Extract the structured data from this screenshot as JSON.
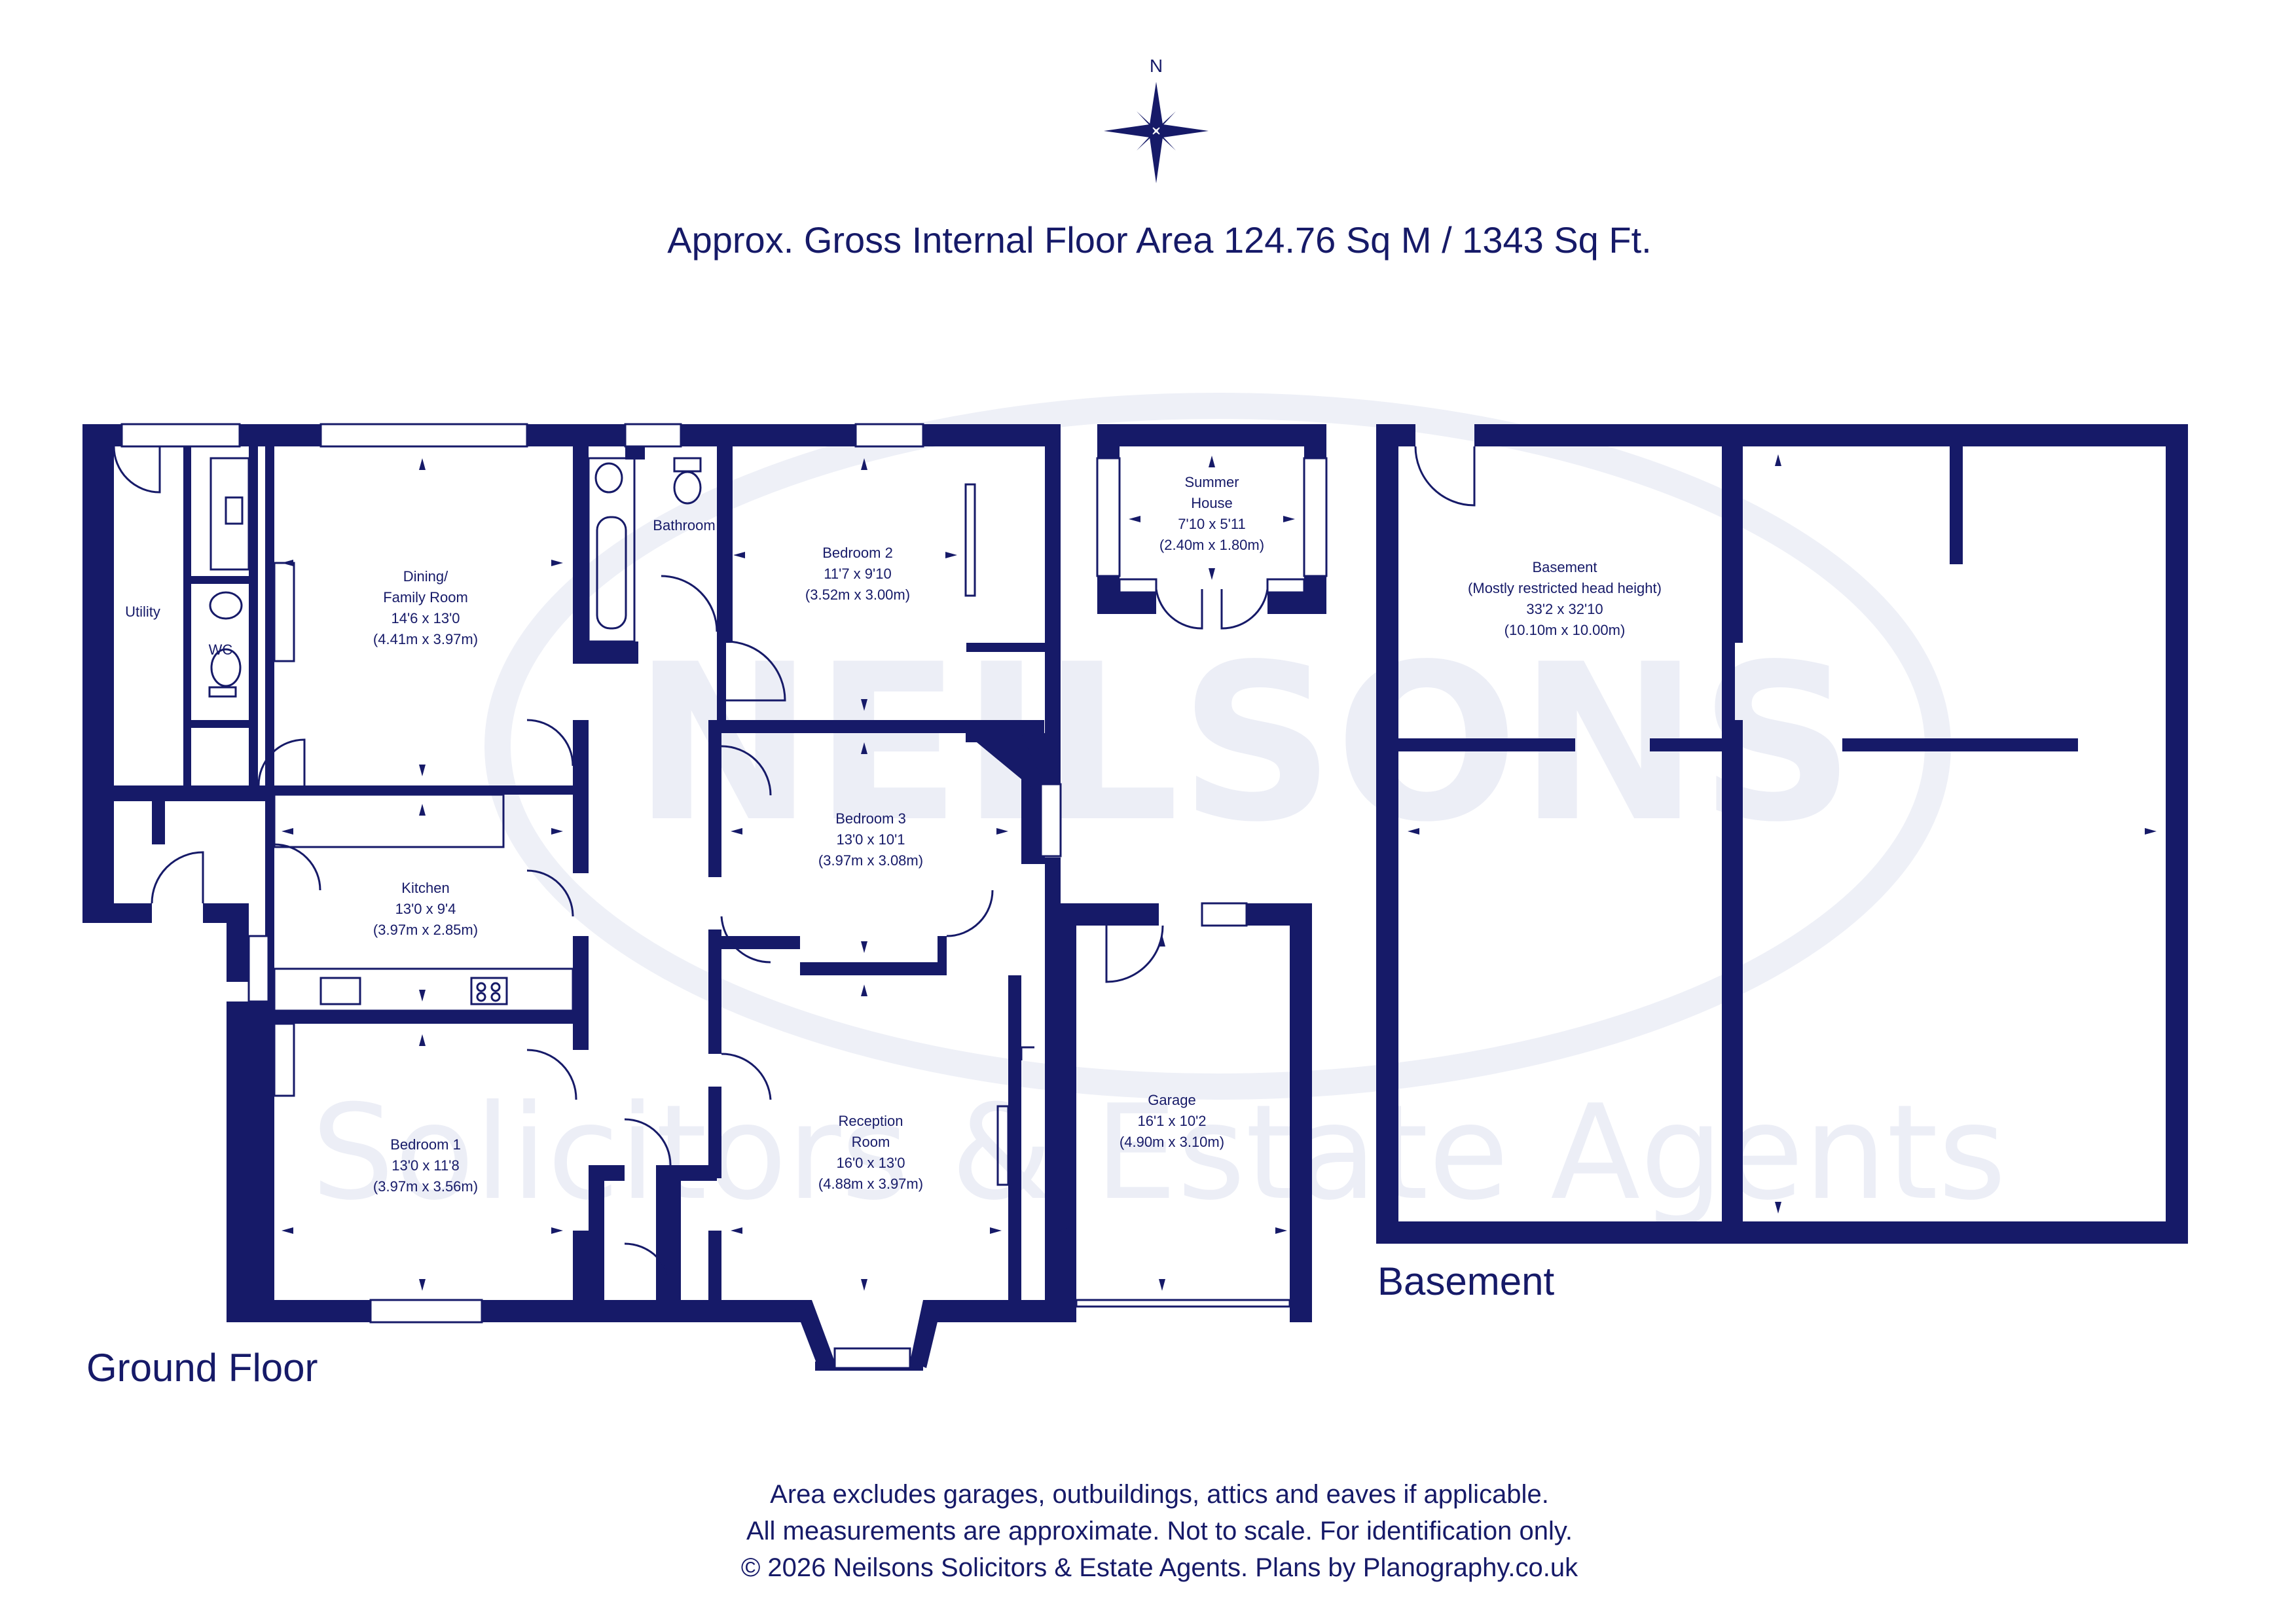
{
  "compass": {
    "north_label": "N",
    "icon": "compass-rose-icon"
  },
  "title": "Approx. Gross Internal Floor Area 124.76 Sq M / 1343 Sq Ft.",
  "watermark": {
    "brand": "NEILSONS",
    "tagline": "Solicitors & Estate Agents"
  },
  "floors": {
    "ground": {
      "label": "Ground Floor"
    },
    "basement": {
      "label": "Basement"
    }
  },
  "rooms": {
    "utility": {
      "name": "Utility"
    },
    "wc": {
      "name": "WC"
    },
    "bathroom": {
      "name": "Bathroom"
    },
    "dining": {
      "name_1": "Dining/",
      "name_2": "Family Room",
      "dim_imperial": "14'6 x 13'0",
      "dim_metric": "(4.41m x 3.97m)"
    },
    "bedroom2": {
      "name": "Bedroom 2",
      "dim_imperial": "11'7 x 9'10",
      "dim_metric": "(3.52m x 3.00m)"
    },
    "summer_house": {
      "name_1": "Summer",
      "name_2": "House",
      "dim_imperial": "7'10 x 5'11",
      "dim_metric": "(2.40m x 1.80m)"
    },
    "bedroom3": {
      "name": "Bedroom 3",
      "dim_imperial": "13'0 x 10'1",
      "dim_metric": "(3.97m x 3.08m)"
    },
    "kitchen": {
      "name": "Kitchen",
      "dim_imperial": "13'0 x 9'4",
      "dim_metric": "(3.97m x 2.85m)"
    },
    "bedroom1": {
      "name": "Bedroom 1",
      "dim_imperial": "13'0 x 11'8",
      "dim_metric": "(3.97m x 3.56m)"
    },
    "reception": {
      "name_1": "Reception",
      "name_2": "Room",
      "dim_imperial": "16'0 x 13'0",
      "dim_metric": "(4.88m x 3.97m)"
    },
    "garage": {
      "name": "Garage",
      "dim_imperial": "16'1 x 10'2",
      "dim_metric": "(4.90m x 3.10m)"
    },
    "basement": {
      "name": "Basement",
      "note": "(Mostly restricted head height)",
      "dim_imperial": "33'2 x 32'10",
      "dim_metric": "(10.10m x 10.00m)"
    }
  },
  "footer": {
    "line1": "Area excludes garages, outbuildings, attics and eaves if applicable.",
    "line2": "All measurements are approximate. Not to scale. For identification only.",
    "line3": "© 2026 Neilsons Solicitors & Estate Agents. Plans by Planography.co.uk"
  },
  "colors": {
    "wall": "#161a68",
    "text": "#161a68",
    "watermark": "#eceef6",
    "background": "#ffffff"
  }
}
